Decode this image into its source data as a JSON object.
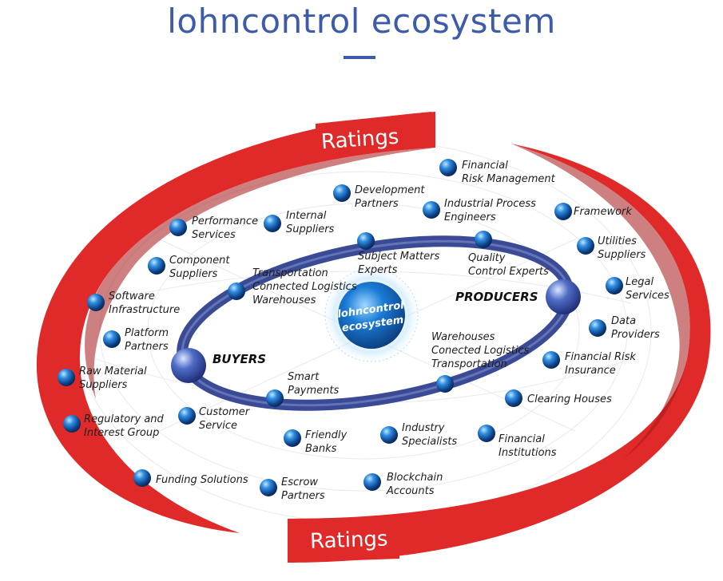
{
  "title": "lohncontrol ecosystem",
  "colors": {
    "title": "#3d5ba8",
    "ratings_red": "#e02a2a",
    "inner_ring": "#3a4a95",
    "node_blue": "#1e6fc4"
  },
  "ratings": {
    "top": "Ratings",
    "bottom": "Ratings"
  },
  "center": {
    "line1": "lohncontrol",
    "line2": "ecosystem"
  },
  "hubs": {
    "buyers": "BUYERS",
    "producers": "PRODUCERS"
  },
  "nodes": [
    {
      "id": "financial-risk-management",
      "lines": [
        "Financial",
        "Risk Management"
      ]
    },
    {
      "id": "development-partners",
      "lines": [
        "Development",
        "Partners"
      ]
    },
    {
      "id": "industrial-process-engineers",
      "lines": [
        "Industrial Process",
        "Engineers"
      ]
    },
    {
      "id": "framework",
      "lines": [
        "Framework"
      ]
    },
    {
      "id": "performance-services",
      "lines": [
        "Performance",
        "Services"
      ]
    },
    {
      "id": "internal-suppliers",
      "lines": [
        "Internal",
        "Suppliers"
      ]
    },
    {
      "id": "utilities-suppliers",
      "lines": [
        "Utilities",
        "Suppliers"
      ]
    },
    {
      "id": "component-suppliers",
      "lines": [
        "Component",
        "Suppliers"
      ]
    },
    {
      "id": "subject-matters-experts",
      "lines": [
        "Subject Matters",
        "Experts"
      ]
    },
    {
      "id": "quality-control-experts",
      "lines": [
        "Quality",
        "Control Experts"
      ]
    },
    {
      "id": "legal-services",
      "lines": [
        "Legal",
        "Services"
      ]
    },
    {
      "id": "transportation-logistics-warehouses",
      "lines": [
        "Transportation",
        "Connected Logistics",
        "Warehouses"
      ]
    },
    {
      "id": "software-infrastructure",
      "lines": [
        "Software",
        "Infrastructure"
      ]
    },
    {
      "id": "data-providers",
      "lines": [
        "Data",
        "Providers"
      ]
    },
    {
      "id": "platform-partners",
      "lines": [
        "Platform",
        "Partners"
      ]
    },
    {
      "id": "warehouses-logistics-transportation",
      "lines": [
        "Warehouses",
        "Conected Logistics",
        "Transportation"
      ]
    },
    {
      "id": "financial-risk-insurance",
      "lines": [
        "Financial Risk",
        "Insurance"
      ]
    },
    {
      "id": "raw-material-suppliers",
      "lines": [
        "Raw Material",
        "Suppliers"
      ]
    },
    {
      "id": "smart-payments",
      "lines": [
        "Smart",
        "Payments"
      ]
    },
    {
      "id": "clearing-houses",
      "lines": [
        "Clearing Houses"
      ]
    },
    {
      "id": "regulatory-interest-group",
      "lines": [
        "Regulatory and",
        "Interest Group"
      ]
    },
    {
      "id": "customer-service",
      "lines": [
        "Customer",
        "Service"
      ]
    },
    {
      "id": "friendly-banks",
      "lines": [
        "Friendly",
        "Banks"
      ]
    },
    {
      "id": "industry-specialists",
      "lines": [
        "Industry",
        "Specialists"
      ]
    },
    {
      "id": "financial-institutions",
      "lines": [
        "Financial",
        "Institutions"
      ]
    },
    {
      "id": "funding-solutions",
      "lines": [
        "Funding Solutions"
      ]
    },
    {
      "id": "escrow-partners",
      "lines": [
        "Escrow",
        "Partners"
      ]
    },
    {
      "id": "blockchain-accounts",
      "lines": [
        "Blockchain",
        "Accounts"
      ]
    }
  ]
}
